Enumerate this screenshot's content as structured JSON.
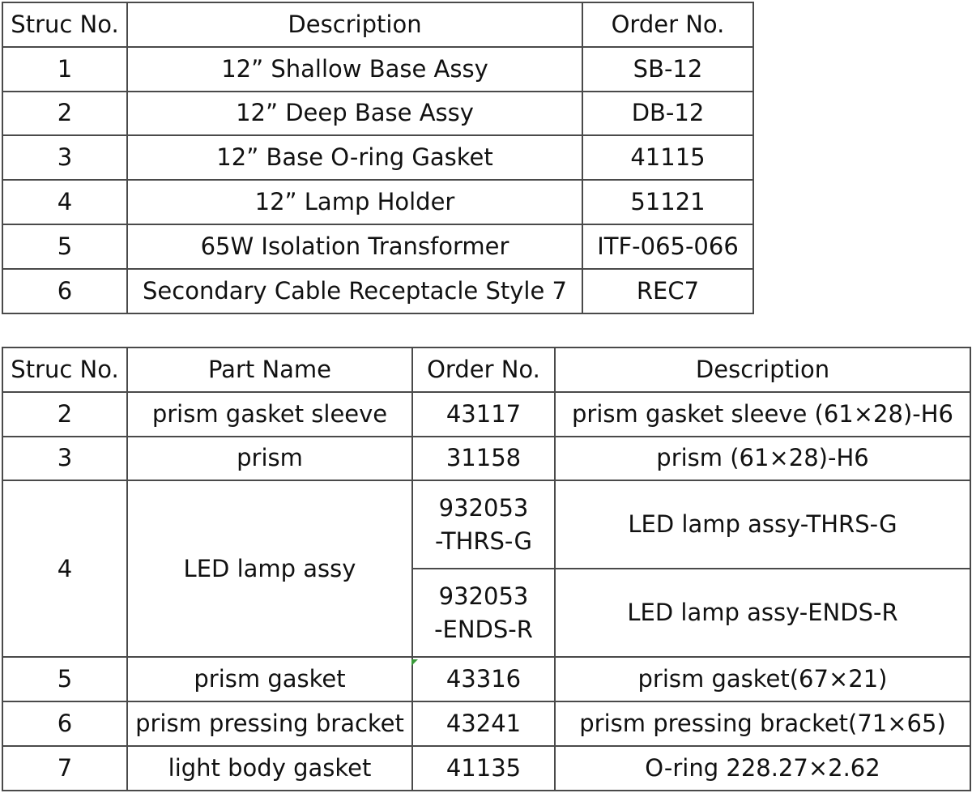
{
  "table1": {
    "headers": [
      "Struc No.",
      "Description",
      "Order No."
    ],
    "rows": [
      [
        "1",
        "12”  Shallow Base Assy",
        "SB-12"
      ],
      [
        "2",
        "12”  Deep Base Assy",
        "DB-12"
      ],
      [
        "3",
        "12”  Base O-ring Gasket",
        "41115"
      ],
      [
        "4",
        "12”  Lamp Holder",
        "51121"
      ],
      [
        "5",
        "65W  Isolation Transformer",
        "ITF-065-066"
      ],
      [
        "6",
        "Secondary Cable Receptacle Style 7",
        "REC7"
      ]
    ]
  },
  "table2": {
    "headers": [
      "Struc No.",
      "Part Name",
      "Order No.",
      "Description"
    ],
    "rows": [
      {
        "struc": "2",
        "part": "prism gasket sleeve",
        "order": "43117",
        "description": "prism gasket sleeve (61×28)-H6"
      },
      {
        "struc": "3",
        "part": "prism",
        "order": "31158",
        "description": "prism (61×28)-H6"
      },
      {
        "struc": "4",
        "part": "LED lamp assy",
        "variants": [
          {
            "order": "932053\n-THRS-G",
            "description": "LED lamp assy-THRS-G"
          },
          {
            "order": "932053\n-ENDS-R",
            "description": "LED lamp assy-ENDS-R"
          }
        ]
      },
      {
        "struc": "5",
        "part": "prism gasket",
        "order": "43316",
        "description": "prism gasket(67×21)"
      },
      {
        "struc": "6",
        "part": "prism pressing bracket",
        "order": "43241",
        "description": "prism pressing bracket(71×65)"
      },
      {
        "struc": "7",
        "part": "light body gasket",
        "order": "41135",
        "description": "O-ring 228.27×2.62"
      }
    ]
  }
}
